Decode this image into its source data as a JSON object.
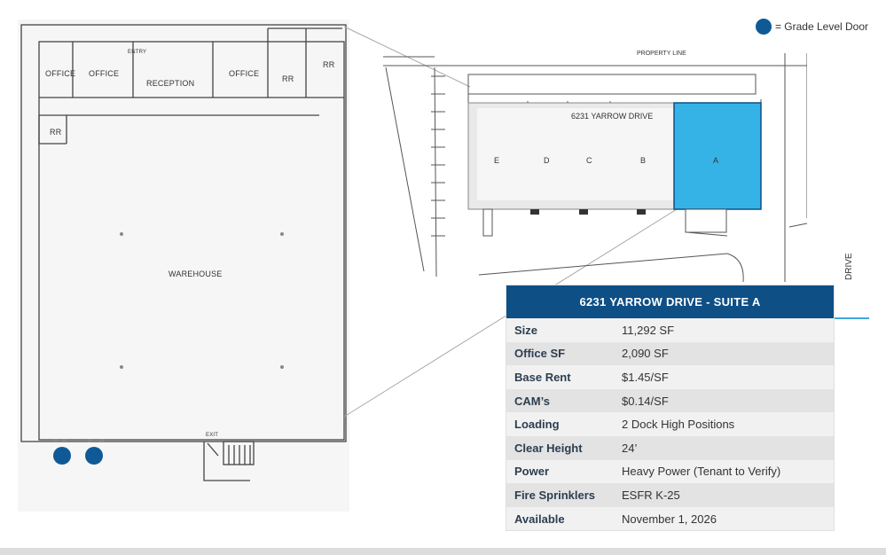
{
  "legend": {
    "label": "= Grade Level Door",
    "icon": "grade-level-door-dot",
    "color": "#0f5a96"
  },
  "floorplan": {
    "rooms": [
      {
        "key": "office1",
        "label": "OFFICE"
      },
      {
        "key": "office2",
        "label": "OFFICE"
      },
      {
        "key": "reception",
        "label": "RECEPTION"
      },
      {
        "key": "office3",
        "label": "OFFICE"
      },
      {
        "key": "rr1",
        "label": "RR"
      },
      {
        "key": "rr2",
        "label": "RR"
      },
      {
        "key": "rr3",
        "label": "RR"
      },
      {
        "key": "warehouse",
        "label": "WAREHOUSE"
      },
      {
        "key": "entry",
        "label": "ENTRY"
      },
      {
        "key": "exit",
        "label": "EXIT"
      }
    ]
  },
  "siteplan": {
    "property_line": "PROPERTY LINE",
    "building_name": "6231 YARROW DRIVE",
    "suites": [
      "E",
      "D",
      "C",
      "B",
      "A"
    ],
    "highlighted_suite": "A",
    "street": "DRIVE",
    "highlight_color": "#35b3e6"
  },
  "spec_table": {
    "title": "6231 YARROW DRIVE - SUITE A",
    "rows": [
      {
        "label": "Size",
        "value": "11,292 SF"
      },
      {
        "label": "Office SF",
        "value": "2,090 SF"
      },
      {
        "label": "Base Rent",
        "value": "$1.45/SF"
      },
      {
        "label": "CAM’s",
        "value": "$0.14/SF"
      },
      {
        "label": "Loading",
        "value": "2 Dock High Positions"
      },
      {
        "label": "Clear Height",
        "value": "24’"
      },
      {
        "label": "Power",
        "value": "Heavy Power (Tenant to Verify)"
      },
      {
        "label": "Fire Sprinklers",
        "value": "ESFR K-25"
      },
      {
        "label": "Available",
        "value": "November 1, 2026"
      }
    ],
    "header_color": "#0e4f86"
  }
}
